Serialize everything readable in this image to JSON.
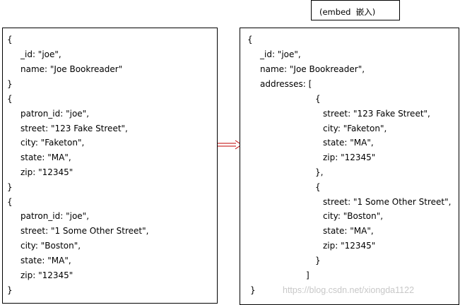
{
  "tag": {
    "label": "(embed  嵌入)"
  },
  "left_box": {
    "lines": [
      "{",
      "_id: \"joe\",",
      "name: \"Joe Bookreader\"",
      "}",
      "{",
      "patron_id: \"joe\",",
      "street: \"123 Fake Street\",",
      "city: \"Faketon\",",
      "state: \"MA\",",
      "zip: \"12345\"",
      "}",
      "{",
      "patron_id: \"joe\",",
      "street: \"1 Some Other Street\",",
      "city: \"Boston\",",
      "state: \"MA\",",
      "zip: \"12345\"",
      "}"
    ]
  },
  "right_box": {
    "lines": [
      "{",
      "_id: \"joe\",",
      "name: \"Joe Bookreader\",",
      "addresses: [",
      "{",
      "street: \"123 Fake Street\",",
      "city: \"Faketon\",",
      "state: \"MA\",",
      "zip: \"12345\"",
      "},",
      "{",
      "street: \"1 Some Other Street\",",
      "city: \"Boston\",",
      "state: \"MA\",",
      "zip: \"12345\"",
      "}",
      "]",
      "}"
    ]
  },
  "watermark": "https://blog.csdn.net/xiongda1122",
  "colors": {
    "border": "#000000",
    "arrow": "#c00000",
    "watermark": "#c8c8c8"
  }
}
